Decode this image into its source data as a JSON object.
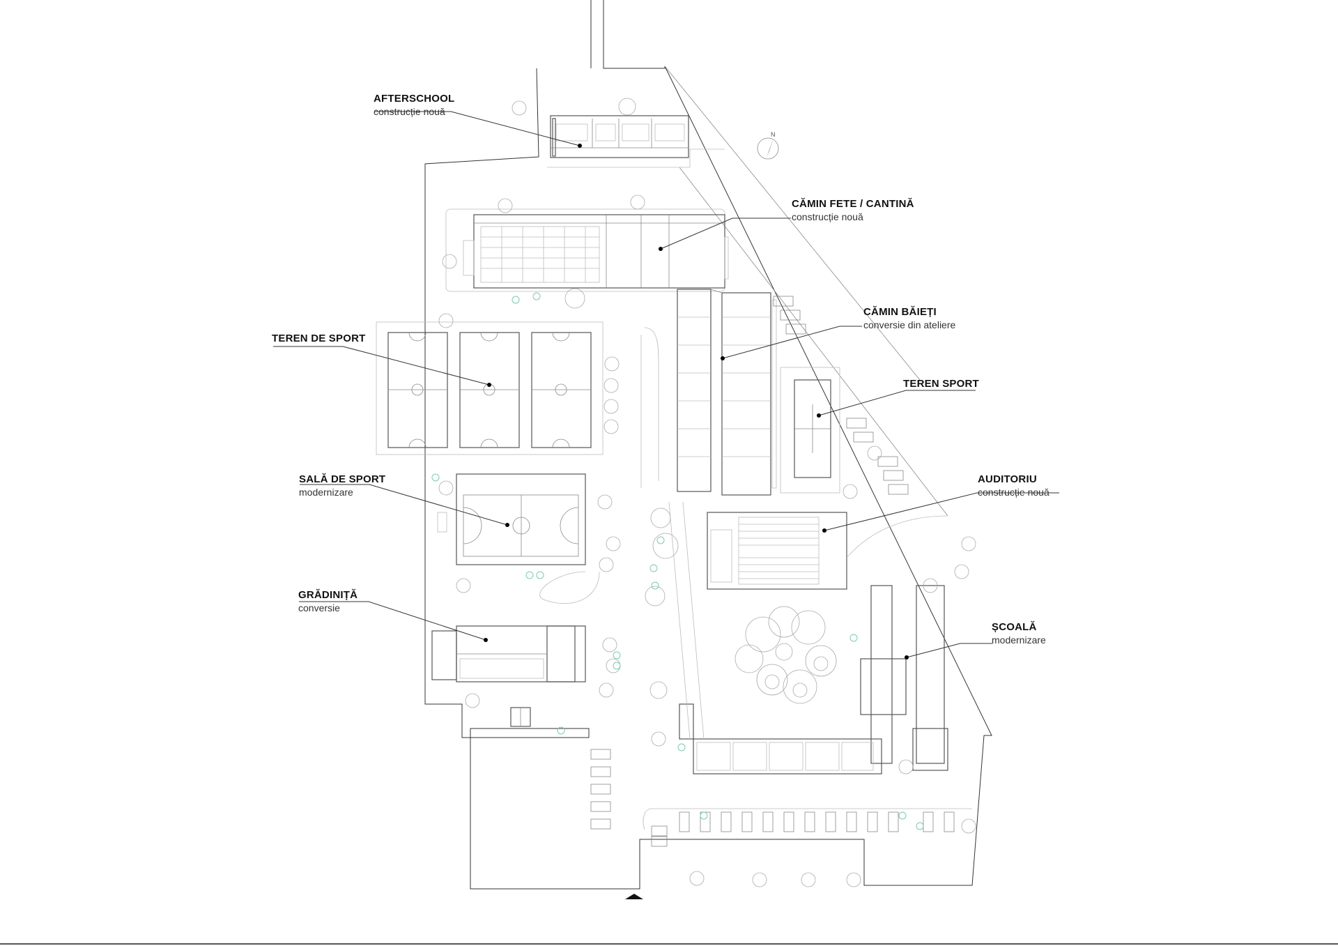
{
  "labels": {
    "afterschool": {
      "title": "AFTERSCHOOL",
      "subtitle": "construcție nouă"
    },
    "camin_fete": {
      "title": "CĂMIN FETE / CANTINĂ",
      "subtitle": "construcție nouă"
    },
    "camin_baieti": {
      "title": "CĂMIN BĂIEȚI",
      "subtitle": "conversie din ateliere"
    },
    "teren_de_sport": {
      "title": "TEREN DE SPORT",
      "subtitle": ""
    },
    "teren_sport": {
      "title": "TEREN SPORT",
      "subtitle": ""
    },
    "sala_de_sport": {
      "title": "SALĂ DE SPORT",
      "subtitle": "modernizare"
    },
    "auditoriu": {
      "title": "AUDITORIU",
      "subtitle": "construcție nouă"
    },
    "gradinita": {
      "title": "GRĂDINIȚĂ",
      "subtitle": "conversie"
    },
    "scoala": {
      "title": "ȘCOALĂ",
      "subtitle": "modernizare"
    }
  },
  "north_arrow": {
    "letter": "N"
  },
  "colors": {
    "ink": "#333333",
    "tree_accent": "#7cc9b5",
    "paper": "#ffffff"
  }
}
